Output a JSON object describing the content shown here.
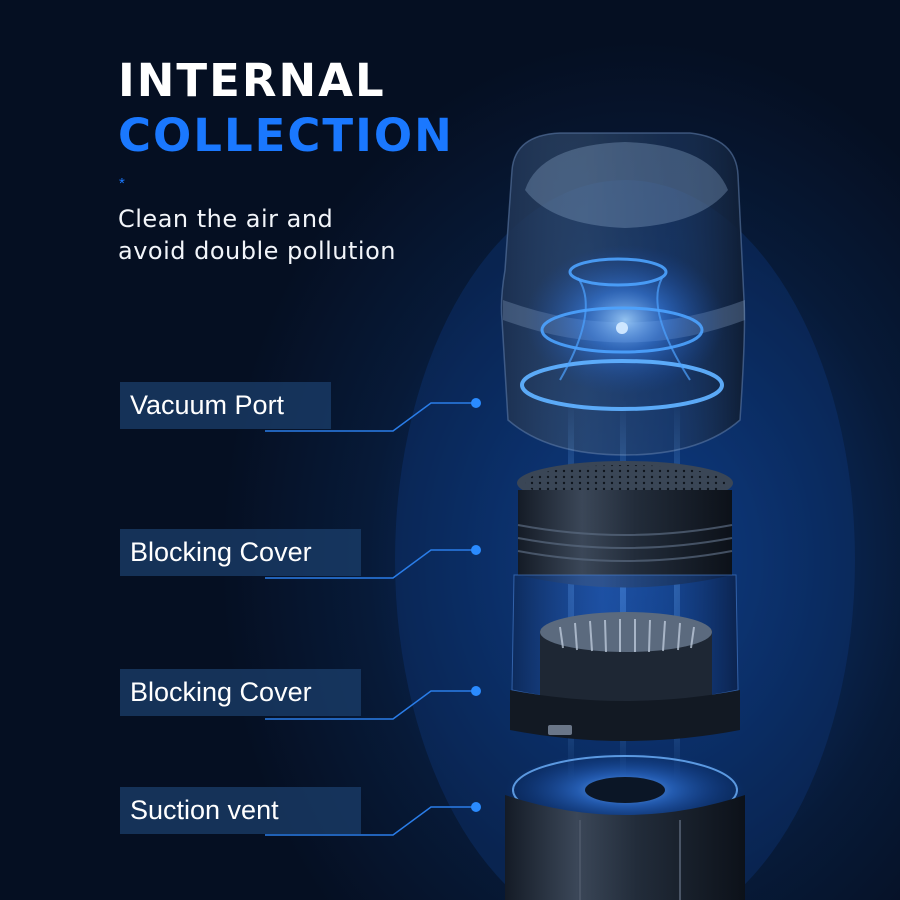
{
  "headline": {
    "line1": "INTERNAL",
    "line2": "COLLECTION",
    "accent_mark": "*"
  },
  "tagline": {
    "line1": "Clean the air and",
    "line2": "avoid double pollution"
  },
  "callouts": [
    {
      "label": "Vacuum Port"
    },
    {
      "label": "Blocking Cover"
    },
    {
      "label": "Blocking Cover"
    },
    {
      "label": "Suction vent"
    }
  ],
  "colors": {
    "title_white": "#ffffff",
    "accent_blue": "#1a78ff",
    "callout_line": "#2a7de8",
    "glow": "#3d8bff"
  }
}
